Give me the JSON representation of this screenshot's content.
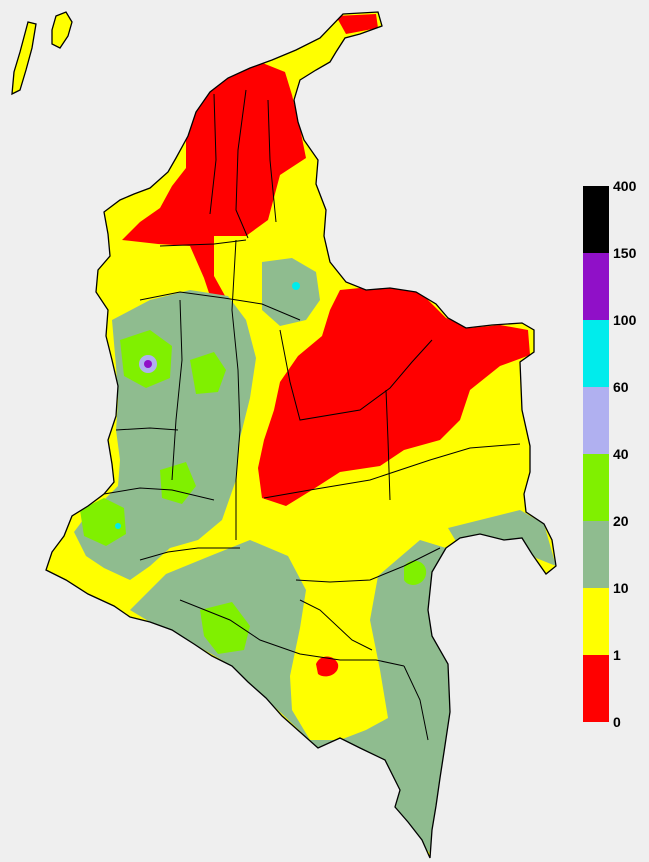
{
  "map": {
    "categories": [
      {
        "range": "0–1",
        "color": "#ff0000"
      },
      {
        "range": "1–10",
        "color": "#ffff00"
      },
      {
        "range": "10–20",
        "color": "#8fbc8f"
      },
      {
        "range": "20–40",
        "color": "#80f000"
      },
      {
        "range": "40–60",
        "color": "#b0b0f0"
      },
      {
        "range": "60–100",
        "color": "#00ecec"
      },
      {
        "range": "100–150",
        "color": "#9010c8"
      },
      {
        "range": "150–400",
        "color": "#000000"
      }
    ],
    "border_color": "#000000",
    "background": "#efefef"
  },
  "legend": {
    "ticks": [
      "400",
      "150",
      "100",
      "60",
      "40",
      "20",
      "10",
      "1",
      "0"
    ]
  }
}
